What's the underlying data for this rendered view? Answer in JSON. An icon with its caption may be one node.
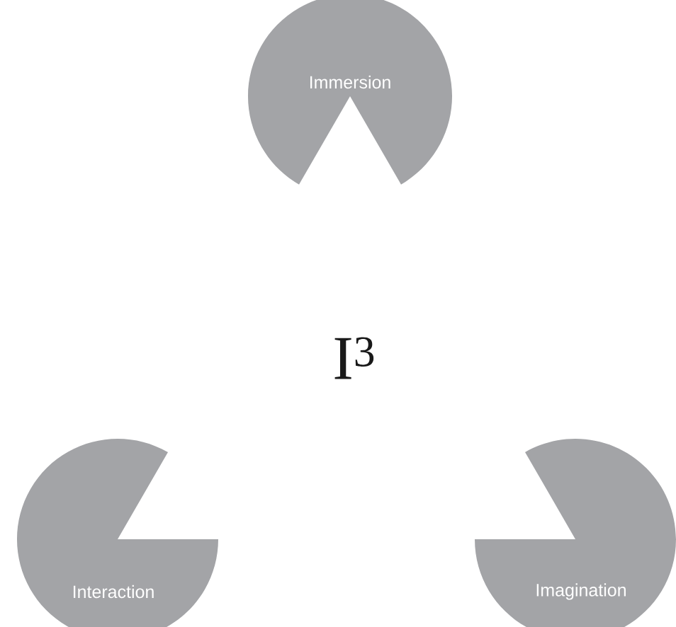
{
  "diagram": {
    "nodes": [
      {
        "text": [
          "Immersion"
        ]
      },
      {
        "text": [
          "Interaction"
        ]
      },
      {
        "text": [
          "Imagination"
        ]
      }
    ],
    "labels": [
      "I$^{3}$"
    ]
  }
}
